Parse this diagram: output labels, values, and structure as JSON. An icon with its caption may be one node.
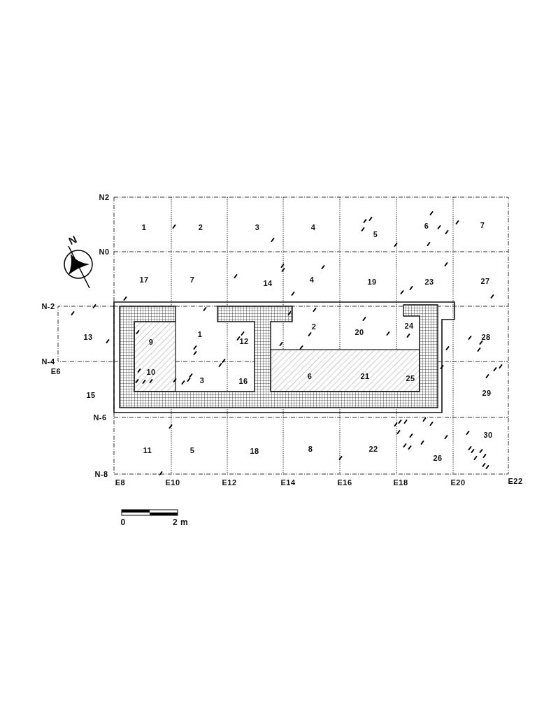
{
  "diagram": {
    "labels": [
      "N2",
      "1",
      "2",
      "3",
      "4",
      "5",
      "6",
      "7",
      "N",
      "N0",
      "17",
      "7",
      "14",
      "4",
      "19",
      "23",
      "27",
      "N-2",
      "13",
      "9",
      "1",
      "12",
      "2",
      "20",
      "24",
      "28",
      "N-4",
      "E6",
      "10",
      "3",
      "16",
      "6",
      "21",
      "25",
      "15",
      "29",
      "N-6",
      "11",
      "5",
      "18",
      "8",
      "22",
      "30",
      "26",
      "N-8",
      "E8",
      "E10",
      "E12",
      "E14",
      "E16",
      "E18",
      "E20",
      "E22",
      "0",
      "2 m"
    ]
  }
}
